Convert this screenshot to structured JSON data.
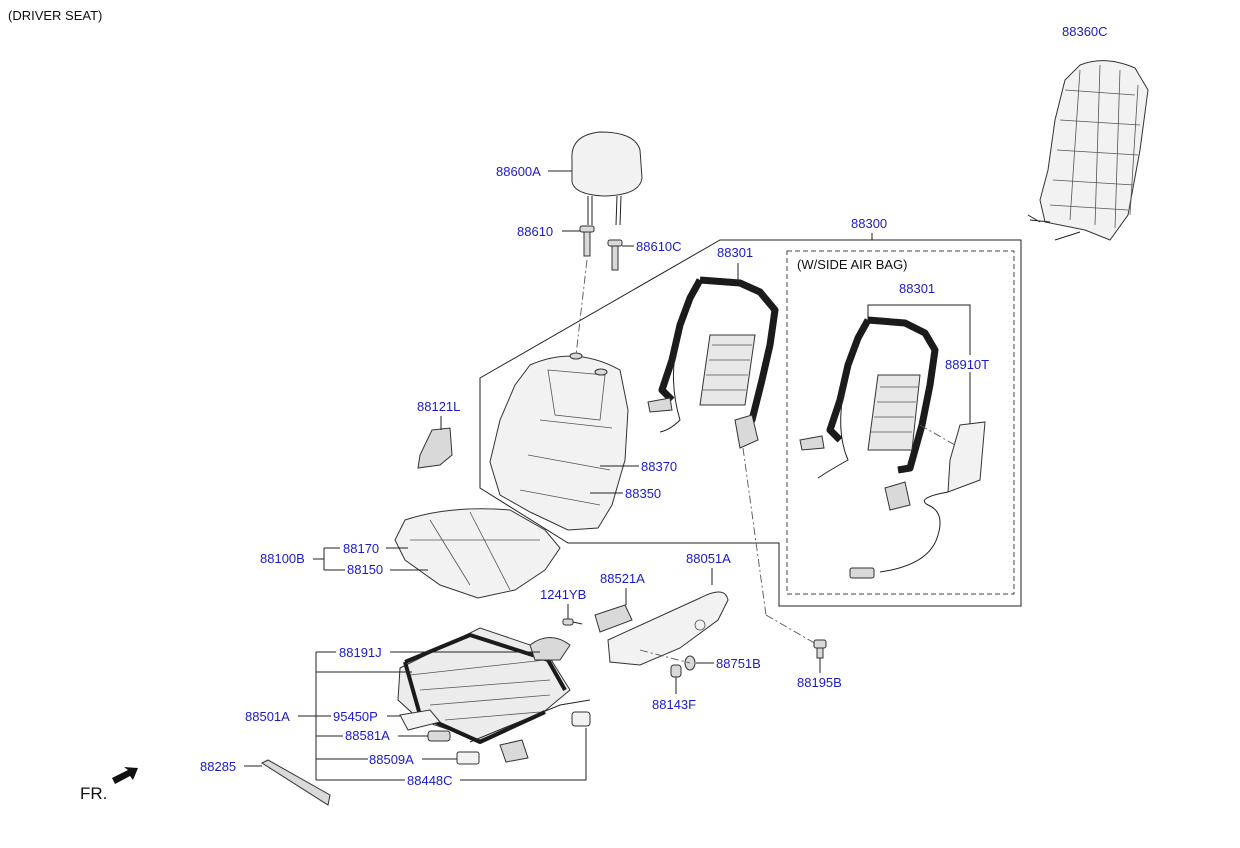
{
  "header": {
    "title": "(DRIVER SEAT)"
  },
  "direction": {
    "label": "FR."
  },
  "notes": {
    "side_airbag": "(W/SIDE AIR BAG)"
  },
  "labels": {
    "p88360C": "88360C",
    "p88600A": "88600A",
    "p88610": "88610",
    "p88610C": "88610C",
    "p88300": "88300",
    "p88301a": "88301",
    "p88301b": "88301",
    "p88910T": "88910T",
    "p88121L": "88121L",
    "p88370": "88370",
    "p88350": "88350",
    "p88100B": "88100B",
    "p88170": "88170",
    "p88150": "88150",
    "p88051A": "88051A",
    "p88521A": "88521A",
    "p1241YB": "1241YB",
    "p88191J": "88191J",
    "p88751B": "88751B",
    "p88195B": "88195B",
    "p88143F": "88143F",
    "p88501A": "88501A",
    "p95450P": "95450P",
    "p88581A": "88581A",
    "p88509A": "88509A",
    "p88448C": "88448C",
    "p88285": "88285"
  }
}
